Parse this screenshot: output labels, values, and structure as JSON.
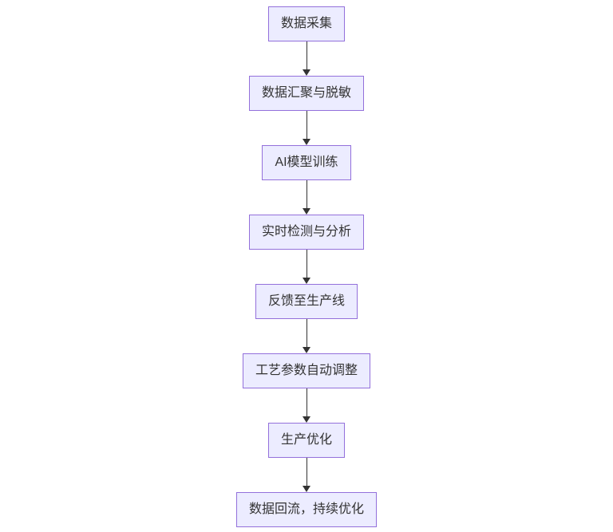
{
  "diagram": {
    "type": "flowchart",
    "direction": "top-down",
    "colors": {
      "background": "#ffffff",
      "node_fill": "#ececff",
      "node_border": "#9370db",
      "node_text": "#333333",
      "arrow": "#333333"
    },
    "nodes": [
      {
        "id": "data-collection",
        "label": "数据采集"
      },
      {
        "id": "data-aggregation-masking",
        "label": "数据汇聚与脱敏"
      },
      {
        "id": "ai-model-training",
        "label": "AI模型训练"
      },
      {
        "id": "realtime-detection-analysis",
        "label": "实时检测与分析"
      },
      {
        "id": "feedback-to-production-line",
        "label": "反馈至生产线"
      },
      {
        "id": "process-parameter-auto-adjust",
        "label": "工艺参数自动调整"
      },
      {
        "id": "production-optimization",
        "label": "生产优化"
      },
      {
        "id": "data-backflow-continuous-optimization",
        "label": "数据回流，持续优化"
      }
    ],
    "edges": [
      {
        "from": "data-collection",
        "to": "data-aggregation-masking"
      },
      {
        "from": "data-aggregation-masking",
        "to": "ai-model-training"
      },
      {
        "from": "ai-model-training",
        "to": "realtime-detection-analysis"
      },
      {
        "from": "realtime-detection-analysis",
        "to": "feedback-to-production-line"
      },
      {
        "from": "feedback-to-production-line",
        "to": "process-parameter-auto-adjust"
      },
      {
        "from": "process-parameter-auto-adjust",
        "to": "production-optimization"
      },
      {
        "from": "production-optimization",
        "to": "data-backflow-continuous-optimization"
      }
    ]
  }
}
